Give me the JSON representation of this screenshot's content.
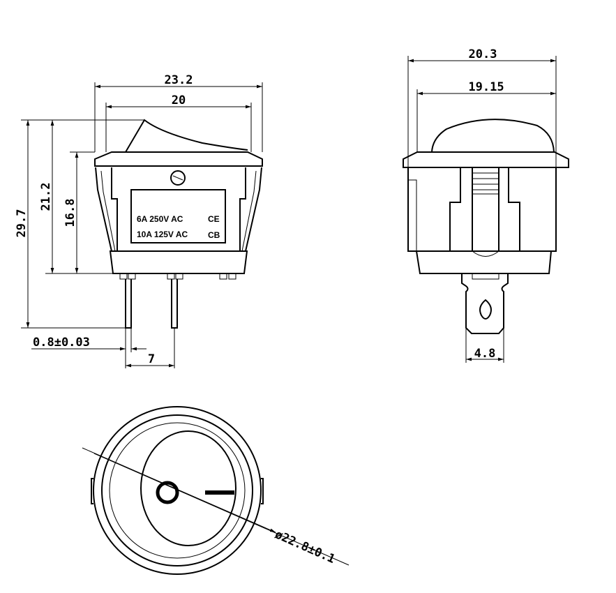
{
  "front_view": {
    "dim_width_overall": "23.2",
    "dim_width_body": "20",
    "dim_height_overall": "29.7",
    "dim_height_body": "21.2",
    "dim_height_flange": "16.8",
    "dim_pin_thickness": "0.8±0.03",
    "dim_pin_spacing": "7",
    "label_line1": "6A  250V  AC",
    "label_line2": "10A 125V  AC",
    "mark_ce": "CE",
    "mark_cb": "CB"
  },
  "side_view": {
    "dim_width_overall": "20.3",
    "dim_width_dome": "19.15",
    "dim_terminal_width": "4.8"
  },
  "bottom_view": {
    "dim_diameter": "ø22.8±0.1"
  }
}
